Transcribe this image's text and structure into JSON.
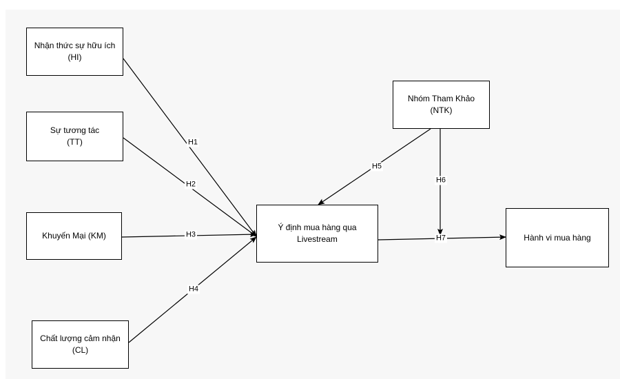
{
  "nodes": {
    "hi": {
      "line1": "Nhận thức sự hữu ích",
      "line2": "(HI)"
    },
    "tt": {
      "line1": "Sự tương tác",
      "line2": "(TT)"
    },
    "km": {
      "line1": "Khuyến Mại (KM)"
    },
    "cl": {
      "line1": "Chất lượng cảm nhận",
      "line2": "(CL)"
    },
    "yd": {
      "line1": "Ý định mua hàng qua",
      "line2": "Livestream"
    },
    "ntk": {
      "line1": "Nhóm Tham Khảo",
      "line2": "(NTK)"
    },
    "hv": {
      "line1": "Hành vi mua hàng"
    }
  },
  "edges": {
    "h1": {
      "label": "H1",
      "from": "Nhận thức sự hữu ích (HI)",
      "to": "Ý định mua hàng qua Livestream"
    },
    "h2": {
      "label": "H2",
      "from": "Sự tương tác (TT)",
      "to": "Ý định mua hàng qua Livestream"
    },
    "h3": {
      "label": "H3",
      "from": "Khuyến Mại (KM)",
      "to": "Ý định mua hàng qua Livestream"
    },
    "h4": {
      "label": "H4",
      "from": "Chất lượng cảm nhận (CL)",
      "to": "Ý định mua hàng qua Livestream"
    },
    "h5": {
      "label": "H5",
      "from": "Nhóm Tham Khảo (NTK)",
      "to": "Ý định mua hàng qua Livestream"
    },
    "h6": {
      "label": "H6",
      "from": "Nhóm Tham Khảo (NTK)",
      "to": "H7"
    },
    "h7": {
      "label": "H7",
      "from": "Ý định mua hàng qua Livestream",
      "to": "Hành vi mua hàng"
    }
  },
  "colors": {
    "stroke": "#000000",
    "node_fill": "#ffffff",
    "panel": "#f7f7f7"
  }
}
